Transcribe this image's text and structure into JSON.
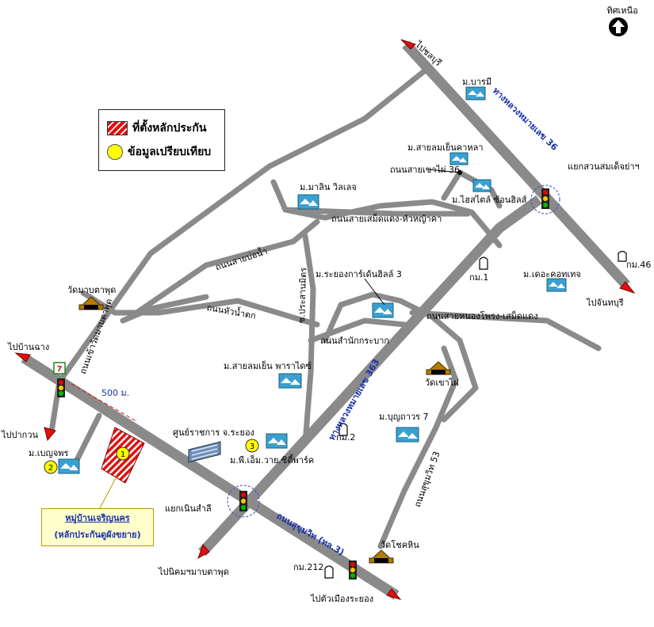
{
  "legend": {
    "site_label": "ที่ตั้งหลักประกัน",
    "comparable_label": "ข้อมูลเปรียบเทียบ"
  },
  "north_label": "ทิศเหนือ",
  "callout": {
    "title": "หมู่บ้านเจริญนคร",
    "subtitle": "(หลักประกันดูผังขยาย)"
  },
  "markers": {
    "site_number": "1",
    "comp2": "2",
    "comp3": "3",
    "seven_eleven": "7"
  },
  "distance_label": "500 ม.",
  "directions": {
    "to_chonburi": "ไปชลบุรี",
    "to_chanthaburi": "ไปจันทบุรี",
    "to_ban_chang": "ไปบ้านฉาง",
    "to_pak_kwan": "ไปปากวน",
    "to_nikhom": "ไปนิคมฯมาบตาพุด",
    "to_rayong": "ไปตัวเมืองระยอง"
  },
  "roads": {
    "hwy36": "ทางหลวงหมายเลข 36",
    "hwy363": "ทางหลวงหมายเลข 363",
    "sukhumvit3": "ถนนสุขุมวิท (ทล.3)",
    "sukhumvit53": "ถนนสุขุมวิท 53",
    "sai_khao_fai36": "ถนนสายเขาไผ่ 36",
    "samet_huay": "ถนนสายเสม็ดแดง-หัวหญ้าคา",
    "sai_bo_nam": "ถนนสายบ่อน้ำ",
    "hua_nam_tok": "ถนนหัวน้ำตก",
    "nong_phong": "ถนนสายหนองโพรง-เสม็ดแดง",
    "samnak_kra_bak": "ถนนสำนักกระบาก",
    "prasan_mit": "ซ.ประสานมิตร",
    "wat_map": "ถนนเข้าวัดมาบตาพุด"
  },
  "places": {
    "baramee": "ม.บารมี",
    "sai_lom_khao_lao": "ม.สายลมเย็นคาหลา",
    "hi_style": "ม.ไฮสไตล์ ซ้อนฮิลส์",
    "malin": "ม.มาลิน วิลเลจ",
    "rayong_garden": "ม.ระยองการ์เด้นฮิลล์ 3",
    "the_cozy": "ม.เดอะคอทเทจ",
    "wat_map_ta_phut": "วัดมาบตาพุด",
    "sai_lom_paradise": "ม.สายลมเย็น พาราไดซ์",
    "wat_khao_fai": "วัดเขาไผ่",
    "boon_thaworn": "ม.บุญถาวร 7",
    "benja_porn": "ม.เบญจพร",
    "gov_center": "ศูนย์ราชการ จ.ระยอง",
    "pm_city": "ม.พี.เอ็ม.วาย.ซิตี้พาร์ค",
    "junction_nen": "แยกเนินสำลี",
    "junction_suan": "แยกสวนสมเด็จย่าฯ",
    "wat_chot": "วัดโชคหิน",
    "km1": "กม.1",
    "km2": "กม.2",
    "km46": "กม.46",
    "km212": "กม.212"
  },
  "colors": {
    "road": "#8a8a8a",
    "highway": "#8a8a8a",
    "hatch": "#e01010",
    "comparable": "#ffff00",
    "arrow": "#e01010",
    "road_name": "#1a2fa8"
  }
}
